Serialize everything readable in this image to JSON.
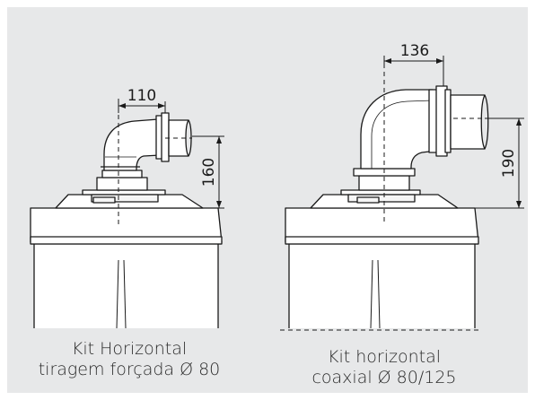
{
  "left_kit": {
    "width_dim": "110",
    "height_dim": "160",
    "caption_line1": "Kit Horizontal",
    "caption_line2": "tiragem forçada Ø 80"
  },
  "right_kit": {
    "width_dim": "136",
    "height_dim": "190",
    "caption_line1": "Kit horizontal",
    "caption_line2": "coaxial Ø 80/125"
  },
  "colors": {
    "background": "#e7e8e9",
    "body_fill": "#ffffff",
    "line": "#1a1a1a"
  }
}
